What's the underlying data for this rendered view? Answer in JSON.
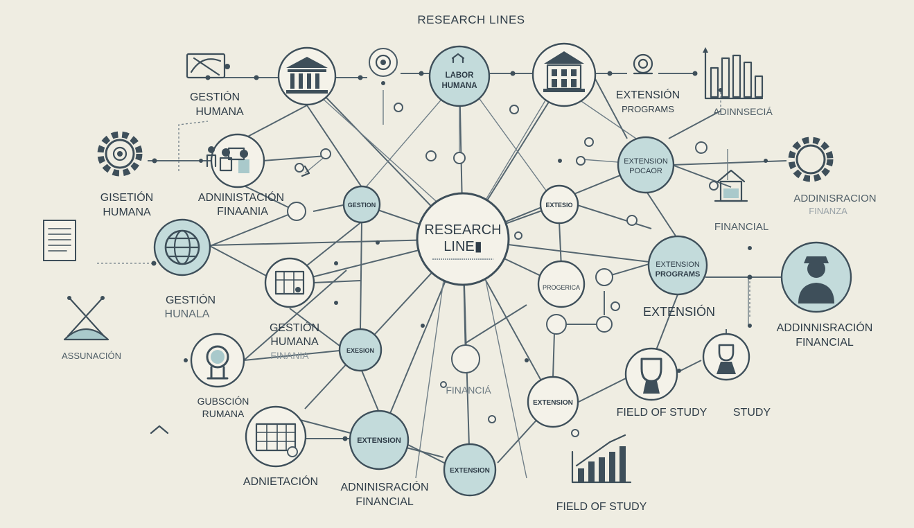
{
  "title": "RESEARCH LINES",
  "center": {
    "line1": "RESEARCH",
    "line2": "LINE▮"
  },
  "nodes": {
    "labor_humana": [
      "LABOR",
      "HUMANA"
    ],
    "extension_programs_top": [
      "EXTENSION",
      "PROGRAMS"
    ],
    "extension_pocaor": [
      "EXTENSION",
      "POCAOR"
    ],
    "extension_programs_right": [
      "EXTENSION",
      "PROGRAMS"
    ],
    "gestion_left_small": "GESTION",
    "extesio_right_small": "EXTESIO",
    "extesion_mid": "EXESION",
    "extension_lower": "EXTENSION",
    "extension_bottom_left": "EXTENSION",
    "extension_bottom": "EXTENSION",
    "progerica": "PROGERICA"
  },
  "labels": {
    "gestion_humana_top": [
      "GESTIÓN",
      "HUMANA"
    ],
    "gisetion_humana": [
      "GISETIÓN",
      "HUMANA"
    ],
    "adnistacion_finaania": [
      "ADNINISTACIÓN",
      "FINAANIA"
    ],
    "gestion_hunala": [
      "GESTIÓN",
      "HUNALA"
    ],
    "gestion_humana_mid": [
      "GESTIÓN",
      "HUMANA"
    ],
    "finania_faint": "FINANIA",
    "guscion_rumana": [
      "GUBSCIÓN",
      "RUMANA"
    ],
    "assunacion": "ASSUNACIÓN",
    "adnietacion": "ADNIETACIÓN",
    "adnisracion_financial": [
      "ADNINISRACIÓN",
      "FINANCIAL"
    ],
    "financia_mid": "FINANCIÁ",
    "field_of_study_bottom": "FIELD OF STUDY",
    "field_of_study_right": "FIELD OF STUDY",
    "study": "STUDY",
    "extension_right": "EXTENSIÓN",
    "addinisracion_financial": [
      "ADDINNISRACIÓN",
      "FINANCIAL"
    ],
    "financial_right": "FINANCIAL",
    "addinisracion_finanza": [
      "ADDINISRACION",
      "FINANZA"
    ],
    "adinnsecia": "ADINNSECIÁ",
    "extension_programs_label": [
      "EXTENSIÓN",
      "PROGRAMS"
    ]
  },
  "colors": {
    "background": "#efede2",
    "accent_fill": "#c3dbdb",
    "stroke": "#3e4f5a"
  },
  "icons": [
    "network-map-icon",
    "bank-icon",
    "target-icon",
    "building-icon",
    "gear-icon",
    "people-icon",
    "globe-icon",
    "document-icon",
    "balance-icon",
    "magnifier-icon",
    "calendar-grid-icon",
    "bar-chart-icon",
    "person-icon",
    "trophy-icon"
  ]
}
